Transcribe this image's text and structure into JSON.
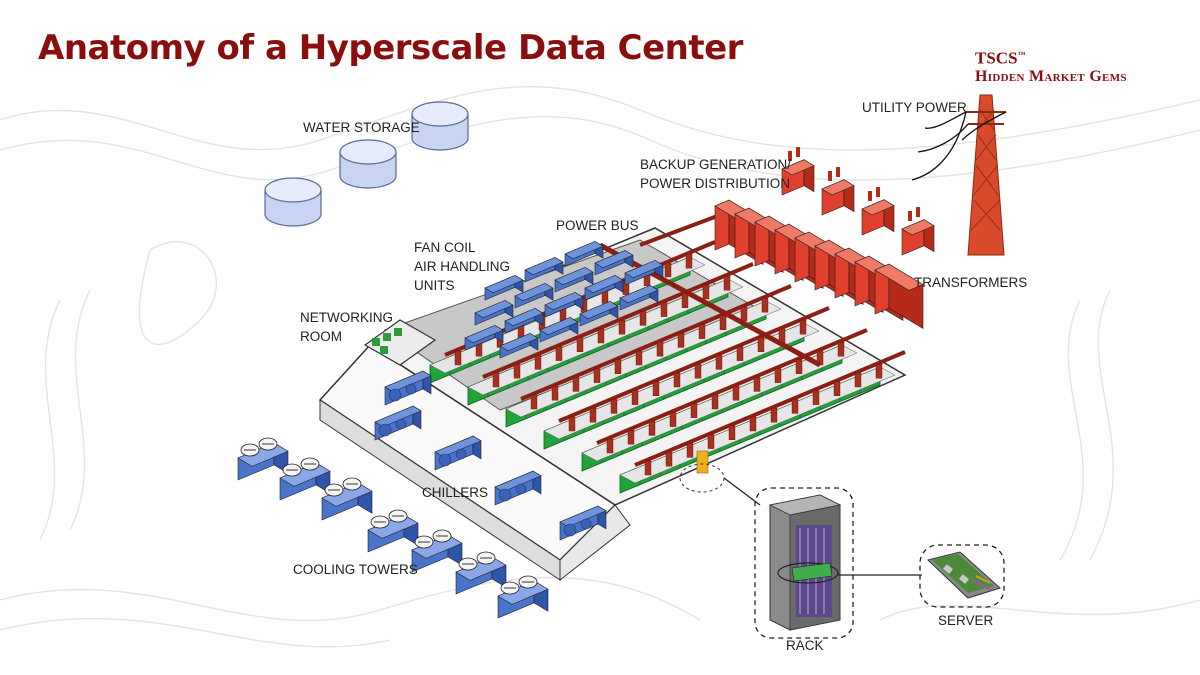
{
  "title": "Anatomy of a Hyperscale Data Center",
  "brand": {
    "line1": "TSCS",
    "mark": "™",
    "line2": "Hidden Market Gems"
  },
  "labels": {
    "water_storage": "WATER STORAGE",
    "utility_power": "UTILITY POWER",
    "backup_generation": "BACKUP GENERATION/",
    "power_distribution": "POWER DISTRIBUTION",
    "power_bus": "POWER BUS",
    "fan_coil": "FAN COIL",
    "air_handling": "AIR HANDLING",
    "units": "UNITS",
    "transformers": "TRANSFORMERS",
    "networking": "NETWORKING",
    "room": "ROOM",
    "chillers": "CHILLERS",
    "cooling_towers": "COOLING TOWERS",
    "rack": "RACK",
    "server": "SERVER"
  },
  "colors": {
    "title": "#8b0e0e",
    "water_tank": "#c9d3f2",
    "blue_equipment": "#4a74c9",
    "generators": "#e0402d",
    "racks": "#22a33a",
    "power_bus": "#8c1f14",
    "floor": "#c8c8c8"
  }
}
